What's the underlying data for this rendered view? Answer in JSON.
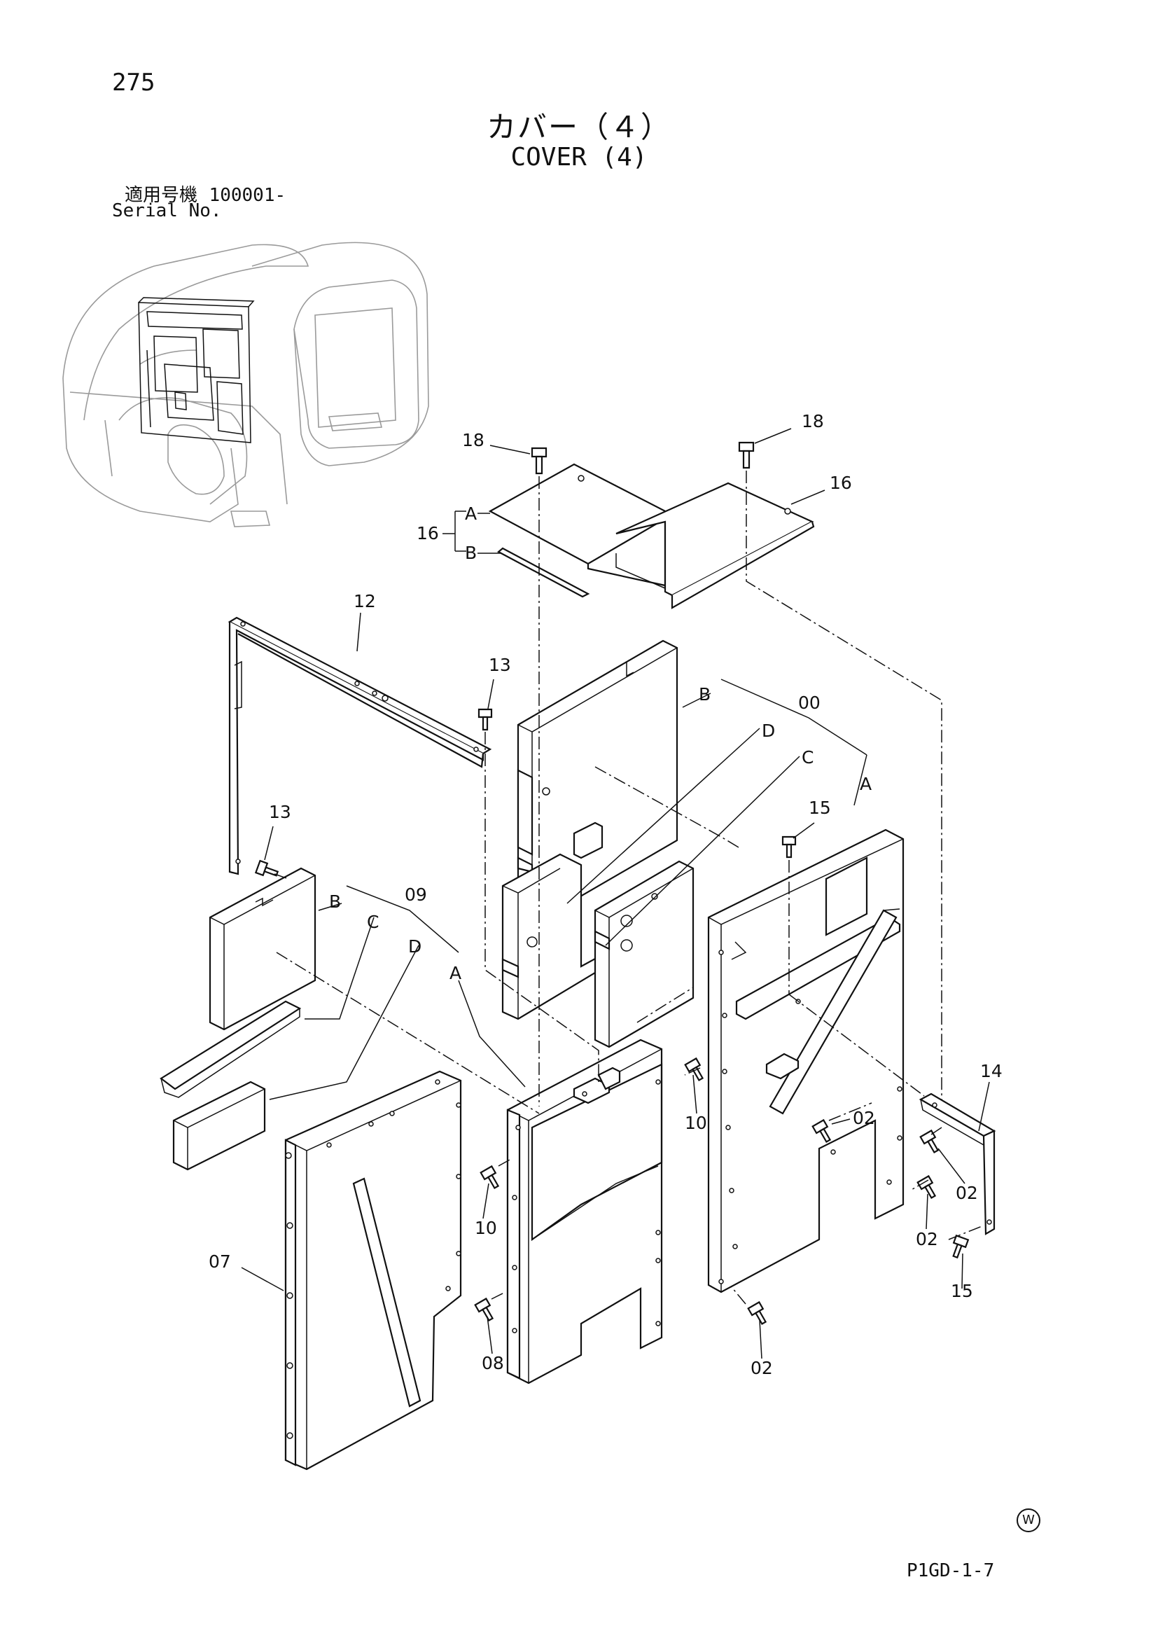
{
  "header": {
    "page_number": "275",
    "title_jp": "カバー（４）",
    "title_en": "COVER (4)",
    "serial_label_jp": "適用号機",
    "serial_value": "100001-",
    "serial_label_en": "Serial No."
  },
  "callouts": {
    "c18a": "18",
    "c18b": "18",
    "c16a": "16",
    "c16b": "16",
    "c16_A": "A",
    "c16_B": "B",
    "c12": "12",
    "c13a": "13",
    "c13b": "13",
    "c00": "00",
    "c00_A": "A",
    "c00_B": "B",
    "c00_C": "C",
    "c00_D": "D",
    "c09": "09",
    "c09_A": "A",
    "c09_B": "B",
    "c09_C": "C",
    "c09_D": "D",
    "c15a": "15",
    "c15b": "15",
    "c14": "14",
    "c10a": "10",
    "c10b": "10",
    "c02a": "02",
    "c02b": "02",
    "c02c": "02",
    "c02d": "02",
    "c07": "07",
    "c08": "08"
  },
  "footer": {
    "w_mark": "W",
    "doc_code": "P1GD-1-7"
  }
}
